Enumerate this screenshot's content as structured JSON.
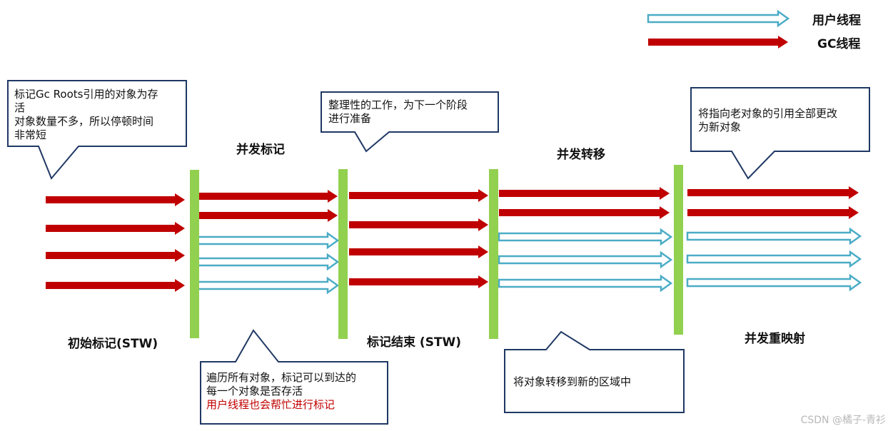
{
  "legend": {
    "user_thread": "用户线程",
    "gc_thread": "GC线程"
  },
  "phases": {
    "initial_mark": "初始标记(STW)",
    "concurrent_mark": "并发标记",
    "mark_end": "标记结束 (STW)",
    "concurrent_relocate": "并发转移",
    "concurrent_remap": "并发重映射"
  },
  "callouts": {
    "initial_mark": {
      "line1": "标记Gc Roots引用的对象为存",
      "line2": "活",
      "line3": "对象数量不多，所以停顿时间",
      "line4": "非常短"
    },
    "mark_end": {
      "line1": "整理性的工作，为下一个阶段",
      "line2": "进行准备"
    },
    "remap": {
      "line1": "将指向老对象的引用全部更改",
      "line2": "为新对象"
    },
    "concurrent_mark": {
      "line1": "遍历所有对象，标记可以到达的",
      "line2": "每一个对象是否存活",
      "line3": "用户线程也会帮忙进行标记"
    },
    "relocate": {
      "line1": "将对象转移到新的区域中"
    }
  },
  "watermark": "CSDN @橘子-青衫",
  "colors": {
    "gc_thread": "#c00000",
    "user_thread": "#4bacc6",
    "phase_bar": "#92d050",
    "callout_border": "#1f3864",
    "highlight_text": "#c00000"
  }
}
